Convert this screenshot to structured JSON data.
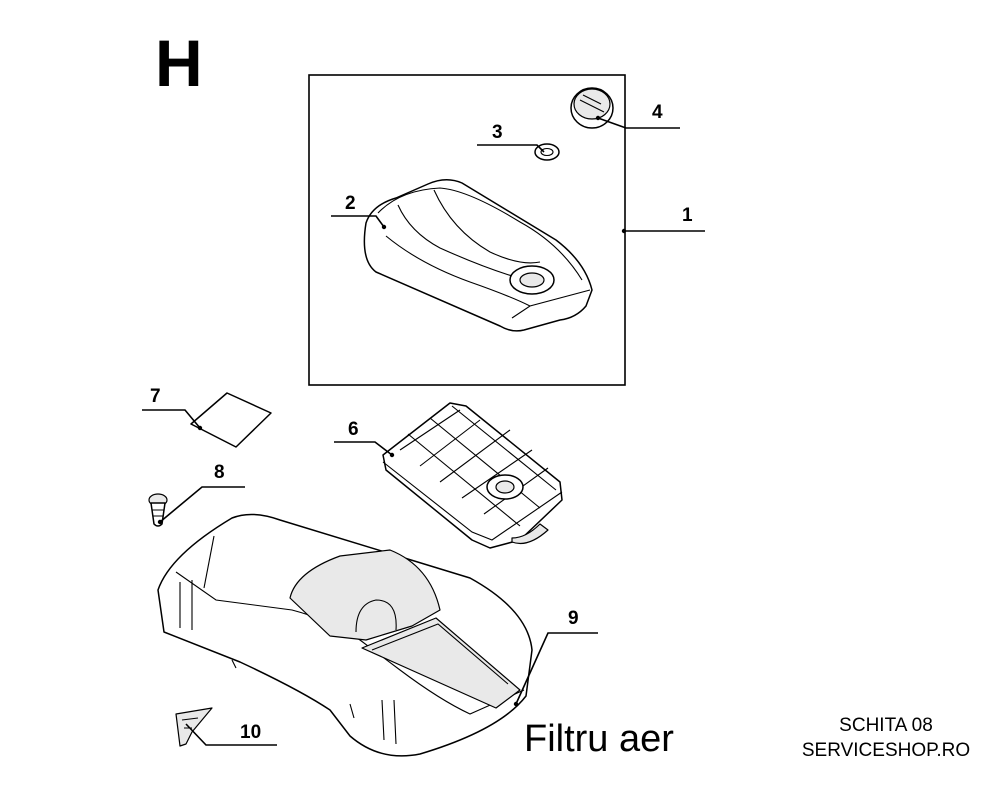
{
  "section_letter": "H",
  "caption": "Filtru aer",
  "sheet": {
    "line1": "SCHITA 08",
    "line2": "SERVICESHOP.RO"
  },
  "callouts": [
    "1",
    "2",
    "3",
    "4",
    "6",
    "7",
    "8",
    "9",
    "10"
  ]
}
